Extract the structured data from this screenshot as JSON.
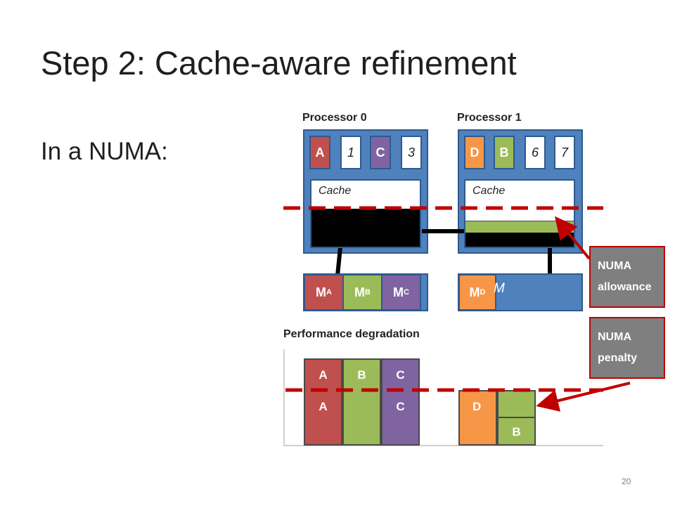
{
  "slide": {
    "title": "Step 2: Cache-aware refinement",
    "body": "In a NUMA:",
    "page_number": "20"
  },
  "processors": [
    {
      "label": "Processor 0",
      "slots": [
        "A",
        "1",
        "C",
        "3"
      ],
      "cache_label": "Cache"
    },
    {
      "label": "Processor 1",
      "slots": [
        "D",
        "B",
        "6",
        "7"
      ],
      "cache_label": "Cache"
    }
  ],
  "memory": {
    "node0": [
      "M",
      "M",
      "M"
    ],
    "node0_subs": [
      "A",
      "B",
      "C"
    ],
    "node1": [
      "M"
    ],
    "node1_subs": [
      "D"
    ],
    "node1_suffix": "M"
  },
  "callouts": {
    "allowance": [
      "NUMA",
      "allowance"
    ],
    "penalty": [
      "NUMA",
      "penalty"
    ]
  },
  "perf": {
    "title": "Performance degradation",
    "bars": [
      {
        "top_label": "A",
        "bottom_label": "A"
      },
      {
        "top_label": "B",
        "bottom_label": ""
      },
      {
        "top_label": "C",
        "bottom_label": "C"
      },
      {
        "top_label": "",
        "bottom_label": "D"
      },
      {
        "top_label": "",
        "bottom_label": "B"
      }
    ]
  },
  "colors": {
    "processor_blue": "#4f81bd",
    "red": "#c0504d",
    "green": "#9bbb59",
    "purple": "#8064a2",
    "orange": "#f79646",
    "dashed_line": "#c00000",
    "callout_gray": "#7f7f7f"
  }
}
